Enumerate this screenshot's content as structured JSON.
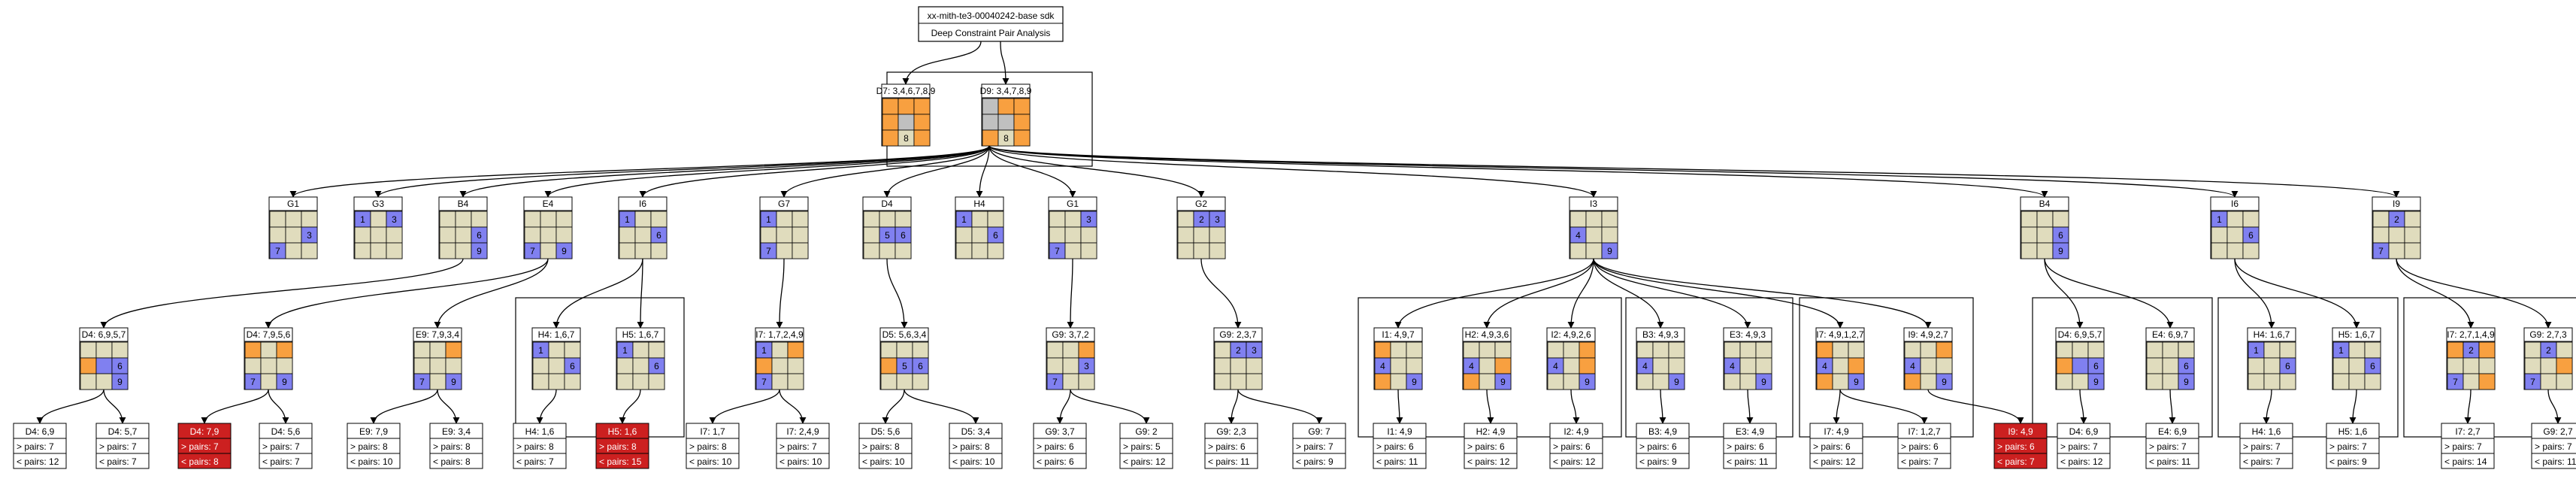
{
  "header": {
    "line1": "xx-mith-te3-00040242-base sdk",
    "line2": "Deep Constraint Pair Analysis"
  },
  "colors": {
    "beige": "#e0dcbd",
    "blue": "#8080f0",
    "orange": "#f8a040",
    "gray": "#c0c0c0",
    "red": "#cc2020"
  },
  "top": [
    {
      "id": "d7",
      "label": "D7: 3,4,6,7,8,9",
      "grid": [
        "ooo",
        "ogo",
        "obo"
      ],
      "nums": {
        "7": "8"
      }
    },
    {
      "id": "d9",
      "label": "D9: 3,4,7,8,9",
      "grid": [
        "goo",
        "ggo",
        "obo"
      ],
      "nums": {
        "7": "8"
      }
    }
  ],
  "level2": [
    {
      "id": "g1",
      "label": "G1",
      "grid": [
        "bbb",
        "bbB",
        "Bbb"
      ],
      "nums": {
        "5": "3",
        "6": "7"
      }
    },
    {
      "id": "g3",
      "label": "G3",
      "grid": [
        "BbB",
        "bbb",
        "bbb"
      ],
      "nums": {
        "0": "1",
        "2": "3"
      }
    },
    {
      "id": "b4a",
      "label": "B4",
      "grid": [
        "bbb",
        "bbB",
        "bbB"
      ],
      "nums": {
        "5": "6",
        "8": "9"
      }
    },
    {
      "id": "e4a",
      "label": "E4",
      "grid": [
        "bbb",
        "bbb",
        "BbB"
      ],
      "nums": {
        "6": "7",
        "8": "9"
      }
    },
    {
      "id": "i6a",
      "label": "I6",
      "grid": [
        "Bbb",
        "bbB",
        "bbb"
      ],
      "nums": {
        "0": "1",
        "5": "6"
      }
    },
    {
      "id": "g7",
      "label": "G7",
      "grid": [
        "Bbb",
        "bbb",
        "Bbb"
      ],
      "nums": {
        "0": "1",
        "6": "7"
      }
    },
    {
      "id": "d4a",
      "label": "D4",
      "grid": [
        "bbb",
        "bBB",
        "bbb"
      ],
      "nums": {
        "4": "5",
        "5": "6"
      }
    },
    {
      "id": "h4",
      "label": "H4",
      "grid": [
        "Bbb",
        "bbB",
        "bbb"
      ],
      "nums": {
        "0": "1",
        "5": "6"
      }
    },
    {
      "id": "g1b",
      "label": "G1",
      "grid": [
        "bbB",
        "bbb",
        "Bbb"
      ],
      "nums": {
        "2": "3",
        "6": "7"
      }
    },
    {
      "id": "g2",
      "label": "G2",
      "grid": [
        "bBB",
        "bbb",
        "bbb"
      ],
      "nums": {
        "1": "2",
        "2": "3"
      }
    },
    {
      "id": "i3",
      "label": "I3",
      "grid": [
        "bbb",
        "Bbb",
        "bbB"
      ],
      "nums": {
        "3": "4",
        "8": "9"
      }
    },
    {
      "id": "b4b",
      "label": "B4",
      "grid": [
        "bbb",
        "bbB",
        "bbB"
      ],
      "nums": {
        "5": "6",
        "8": "9"
      }
    },
    {
      "id": "i6b",
      "label": "I6",
      "grid": [
        "Bbb",
        "bbB",
        "bbb"
      ],
      "nums": {
        "0": "1",
        "5": "6"
      }
    },
    {
      "id": "i9",
      "label": "I9",
      "grid": [
        "bBb",
        "bbb",
        "Bbb"
      ],
      "nums": {
        "1": "2",
        "6": "7"
      }
    }
  ],
  "level3": [
    {
      "id": "d4b",
      "label": "D4: 6,9,5,7",
      "grid": [
        "bbb",
        "oBB",
        "bbB"
      ],
      "nums": {
        "5": "6",
        "8": "9"
      }
    },
    {
      "id": "d4c",
      "label": "D4: 7,9,5,6",
      "grid": [
        "obo",
        "bbb",
        "BbB"
      ],
      "nums": {
        "6": "7",
        "8": "9"
      }
    },
    {
      "id": "e9",
      "label": "E9: 7,9,3,4",
      "grid": [
        "bbo",
        "bbb",
        "BbB"
      ],
      "nums": {
        "6": "7",
        "8": "9"
      }
    },
    {
      "id": "h4b",
      "label": "H4: 1,6,7",
      "grid": [
        "Bbb",
        "bbB",
        "bbb"
      ],
      "nums": {
        "0": "1",
        "5": "6"
      }
    },
    {
      "id": "h5b",
      "label": "H5: 1,6,7",
      "grid": [
        "Bbb",
        "bbB",
        "bbb"
      ],
      "nums": {
        "0": "1",
        "5": "6"
      }
    },
    {
      "id": "i7a",
      "label": "I7: 1,7,2,4,9",
      "grid": [
        "Bbo",
        "obb",
        "Bbb"
      ],
      "nums": {
        "0": "1",
        "6": "7"
      }
    },
    {
      "id": "d5",
      "label": "D5: 5,6,3,4",
      "grid": [
        "bbb",
        "oBB",
        "bbb"
      ],
      "nums": {
        "4": "5",
        "5": "6"
      }
    },
    {
      "id": "g9a",
      "label": "G9: 3,7,2",
      "grid": [
        "bbo",
        "bbB",
        "Bbb"
      ],
      "nums": {
        "5": "3",
        "6": "7"
      }
    },
    {
      "id": "g9b",
      "label": "G9: 2,3,7",
      "grid": [
        "bBB",
        "bbb",
        "bbb"
      ],
      "nums": {
        "1": "2",
        "2": "3"
      }
    },
    {
      "id": "i1",
      "label": "I1: 4,9,7",
      "grid": [
        "obb",
        "Bbb",
        "obB"
      ],
      "nums": {
        "3": "4",
        "8": "9"
      }
    },
    {
      "id": "h2",
      "label": "H2: 4,9,3,6",
      "grid": [
        "bbb",
        "Bbo",
        "obB"
      ],
      "nums": {
        "3": "4",
        "8": "9"
      }
    },
    {
      "id": "i2a",
      "label": "I2: 4,9,2,6",
      "grid": [
        "bbo",
        "Bbo",
        "bbB"
      ],
      "nums": {
        "3": "4",
        "8": "9"
      }
    },
    {
      "id": "b3",
      "label": "B3: 4,9,3",
      "grid": [
        "bbb",
        "Bbb",
        "bbB"
      ],
      "nums": {
        "3": "4",
        "8": "9"
      }
    },
    {
      "id": "e3",
      "label": "E3: 4,9,3",
      "grid": [
        "bbb",
        "Bbb",
        "bbB"
      ],
      "nums": {
        "3": "4",
        "8": "9"
      }
    },
    {
      "id": "i7b",
      "label": "I7: 4,9,1,2,7",
      "grid": [
        "obb",
        "Bbo",
        "obB"
      ],
      "nums": {
        "3": "4",
        "8": "9"
      }
    },
    {
      "id": "i9b",
      "label": "I9: 4,9,2,7",
      "grid": [
        "bbo",
        "Bbb",
        "obB"
      ],
      "nums": {
        "3": "4",
        "8": "9"
      }
    },
    {
      "id": "d4d",
      "label": "D4: 6,9,5,7",
      "grid": [
        "bbb",
        "oBB",
        "bbB"
      ],
      "nums": {
        "5": "6",
        "8": "9"
      }
    },
    {
      "id": "e4b",
      "label": "E4: 6,9,7",
      "grid": [
        "bbb",
        "bbB",
        "bbB"
      ],
      "nums": {
        "5": "6",
        "8": "9"
      }
    },
    {
      "id": "h4c",
      "label": "H4: 1,6,7",
      "grid": [
        "Bbb",
        "bbB",
        "bbb"
      ],
      "nums": {
        "0": "1",
        "5": "6"
      }
    },
    {
      "id": "h5c",
      "label": "H5: 1,6,7",
      "grid": [
        "Bbb",
        "bbB",
        "bbb"
      ],
      "nums": {
        "0": "1",
        "5": "6"
      }
    },
    {
      "id": "i7c",
      "label": "I7: 2,7,1,4,9",
      "grid": [
        "oBo",
        "bbb",
        "Bbo"
      ],
      "nums": {
        "1": "2",
        "6": "7"
      }
    },
    {
      "id": "g9c",
      "label": "G9: 2,7,3",
      "grid": [
        "bBb",
        "bbo",
        "Bbb"
      ],
      "nums": {
        "1": "2",
        "6": "7"
      }
    }
  ],
  "leaves": [
    {
      "id": "l1",
      "lines": [
        "D4: 6,9",
        "> pairs: 7",
        "< pairs: 12"
      ],
      "red": false
    },
    {
      "id": "l2",
      "lines": [
        "D4: 5,7",
        "> pairs: 7",
        "< pairs: 7"
      ],
      "red": false
    },
    {
      "id": "l3",
      "lines": [
        "D4: 7,9",
        "> pairs: 7",
        "< pairs: 8"
      ],
      "red": true
    },
    {
      "id": "l4",
      "lines": [
        "D4: 5,6",
        "> pairs: 7",
        "< pairs: 7"
      ],
      "red": false
    },
    {
      "id": "l5",
      "lines": [
        "E9: 7,9",
        "> pairs: 8",
        "< pairs: 10"
      ],
      "red": false
    },
    {
      "id": "l6",
      "lines": [
        "E9: 3,4",
        "> pairs: 8",
        "< pairs: 8"
      ],
      "red": false
    },
    {
      "id": "l7",
      "lines": [
        "H4: 1,6",
        "> pairs: 8",
        "< pairs: 7"
      ],
      "red": false
    },
    {
      "id": "l8",
      "lines": [
        "H5: 1,6",
        "> pairs: 8",
        "< pairs: 15"
      ],
      "red": true
    },
    {
      "id": "l9",
      "lines": [
        "I7: 1,7",
        "> pairs: 8",
        "< pairs: 10"
      ],
      "red": false
    },
    {
      "id": "l10",
      "lines": [
        "I7: 2,4,9",
        "> pairs: 7",
        "< pairs: 10"
      ],
      "red": false
    },
    {
      "id": "l11",
      "lines": [
        "D5: 5,6",
        "> pairs: 8",
        "< pairs: 10"
      ],
      "red": false
    },
    {
      "id": "l12",
      "lines": [
        "D5: 3,4",
        "> pairs: 8",
        "< pairs: 10"
      ],
      "red": false
    },
    {
      "id": "l13",
      "lines": [
        "G9: 3,7",
        "> pairs: 6",
        "< pairs: 6"
      ],
      "red": false
    },
    {
      "id": "l14",
      "lines": [
        "G9: 2",
        "> pairs: 5",
        "< pairs: 12"
      ],
      "red": false
    },
    {
      "id": "l15",
      "lines": [
        "G9: 2,3",
        "> pairs: 6",
        "< pairs: 11"
      ],
      "red": false
    },
    {
      "id": "l16",
      "lines": [
        "G9: 7",
        "> pairs: 7",
        "< pairs: 9"
      ],
      "red": false
    },
    {
      "id": "l17",
      "lines": [
        "I1: 4,9",
        "> pairs: 6",
        "< pairs: 11"
      ],
      "red": false
    },
    {
      "id": "l18",
      "lines": [
        "H2: 4,9",
        "> pairs: 6",
        "< pairs: 12"
      ],
      "red": false
    },
    {
      "id": "l19",
      "lines": [
        "I2: 4,9",
        "> pairs: 6",
        "< pairs: 12"
      ],
      "red": false
    },
    {
      "id": "l20",
      "lines": [
        "B3: 4,9",
        "> pairs: 6",
        "< pairs: 9"
      ],
      "red": false
    },
    {
      "id": "l21",
      "lines": [
        "E3: 4,9",
        "> pairs: 6",
        "< pairs: 11"
      ],
      "red": false
    },
    {
      "id": "l22",
      "lines": [
        "I7: 4,9",
        "> pairs: 6",
        "< pairs: 12"
      ],
      "red": false
    },
    {
      "id": "l23",
      "lines": [
        "I7: 1,2,7",
        "> pairs: 6",
        "< pairs: 7"
      ],
      "red": false
    },
    {
      "id": "l24",
      "lines": [
        "I9: 4,9",
        "> pairs: 6",
        "< pairs: 7"
      ],
      "red": true
    },
    {
      "id": "l25",
      "lines": [
        "D4: 6,9",
        "> pairs: 7",
        "< pairs: 12"
      ],
      "red": false
    },
    {
      "id": "l26",
      "lines": [
        "E4: 6,9",
        "> pairs: 7",
        "< pairs: 11"
      ],
      "red": false
    },
    {
      "id": "l27",
      "lines": [
        "H4: 1,6",
        "> pairs: 7",
        "< pairs: 7"
      ],
      "red": false
    },
    {
      "id": "l28",
      "lines": [
        "H5: 1,6",
        "> pairs: 7",
        "< pairs: 9"
      ],
      "red": false
    },
    {
      "id": "l29",
      "lines": [
        "I7: 2,7",
        "> pairs: 7",
        "< pairs: 14"
      ],
      "red": false
    },
    {
      "id": "l30",
      "lines": [
        "G9: 2,7",
        "> pairs: 7",
        "< pairs: 11"
      ],
      "red": false
    }
  ],
  "edges": [
    [
      "root",
      "d7"
    ],
    [
      "root",
      "d9"
    ],
    [
      "top",
      "g1"
    ],
    [
      "top",
      "g3"
    ],
    [
      "top",
      "b4a"
    ],
    [
      "top",
      "e4a"
    ],
    [
      "top",
      "i6a"
    ],
    [
      "top",
      "g7"
    ],
    [
      "top",
      "d4a"
    ],
    [
      "top",
      "h4"
    ],
    [
      "top",
      "g1b"
    ],
    [
      "top",
      "g2"
    ],
    [
      "top",
      "i3"
    ],
    [
      "top",
      "b4b"
    ],
    [
      "top",
      "i6b"
    ],
    [
      "top",
      "i9"
    ],
    [
      "b4a",
      "d4b"
    ],
    [
      "e4a",
      "d4c"
    ],
    [
      "e4a",
      "e9"
    ],
    [
      "i6a",
      "h4b"
    ],
    [
      "i6a",
      "h5b"
    ],
    [
      "g7",
      "i7a"
    ],
    [
      "d4a",
      "d5"
    ],
    [
      "g1b",
      "g9a"
    ],
    [
      "g2",
      "g9b"
    ],
    [
      "i3",
      "i1"
    ],
    [
      "i3",
      "h2"
    ],
    [
      "i3",
      "i2a"
    ],
    [
      "i3",
      "b3"
    ],
    [
      "i3",
      "e3"
    ],
    [
      "i3",
      "i7b"
    ],
    [
      "i3",
      "i9b"
    ],
    [
      "b4b",
      "d4d"
    ],
    [
      "b4b",
      "e4b"
    ],
    [
      "i6b",
      "h4c"
    ],
    [
      "i6b",
      "h5c"
    ],
    [
      "i9",
      "i7c"
    ],
    [
      "i9",
      "g9c"
    ],
    [
      "d4b",
      "l1"
    ],
    [
      "d4b",
      "l2"
    ],
    [
      "d4c",
      "l3"
    ],
    [
      "d4c",
      "l4"
    ],
    [
      "e9",
      "l5"
    ],
    [
      "e9",
      "l6"
    ],
    [
      "h4b",
      "l7"
    ],
    [
      "h5b",
      "l8"
    ],
    [
      "i7a",
      "l9"
    ],
    [
      "i7a",
      "l10"
    ],
    [
      "d5",
      "l11"
    ],
    [
      "d5",
      "l12"
    ],
    [
      "g9a",
      "l13"
    ],
    [
      "g9a",
      "l14"
    ],
    [
      "g9b",
      "l15"
    ],
    [
      "g9b",
      "l16"
    ],
    [
      "i1",
      "l17"
    ],
    [
      "h2",
      "l18"
    ],
    [
      "i2a",
      "l19"
    ],
    [
      "b3",
      "l20"
    ],
    [
      "e3",
      "l21"
    ],
    [
      "i7b",
      "l22"
    ],
    [
      "i7b",
      "l23"
    ],
    [
      "i9b",
      "l24"
    ],
    [
      "d4d",
      "l25"
    ],
    [
      "e4b",
      "l26"
    ],
    [
      "h4c",
      "l27"
    ],
    [
      "h5c",
      "l28"
    ],
    [
      "i7c",
      "l29"
    ],
    [
      "g9c",
      "l30"
    ]
  ]
}
